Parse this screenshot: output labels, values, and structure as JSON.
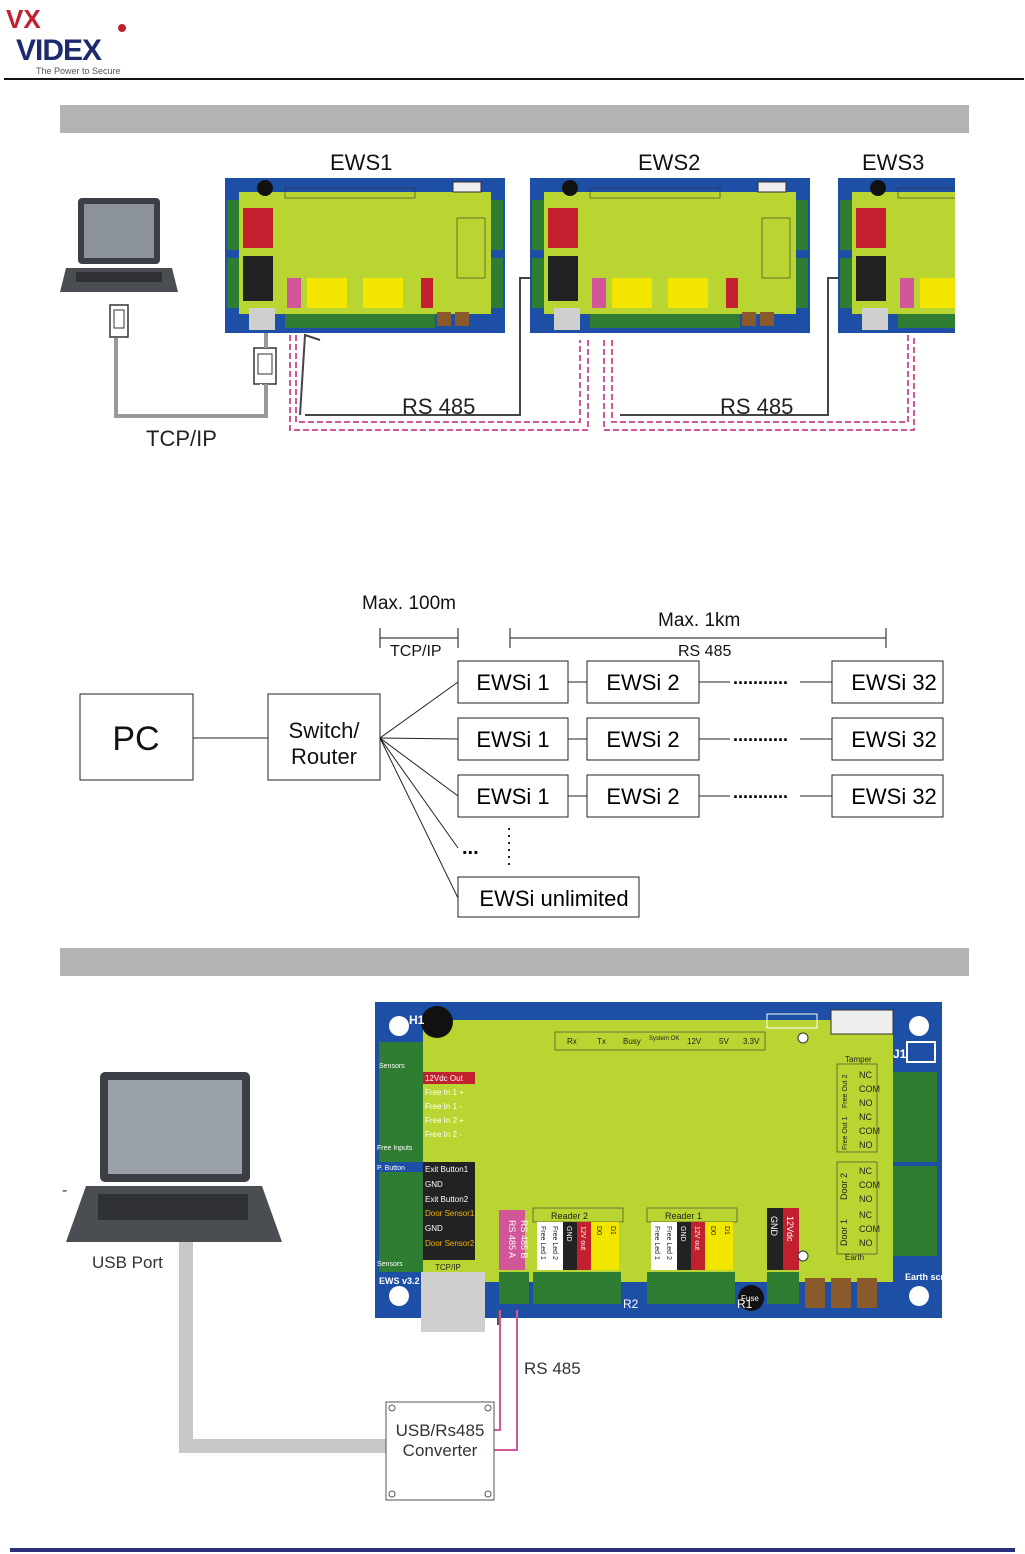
{
  "brand": {
    "logo_mark": "VX",
    "name": "VIDEX",
    "tagline": "The Power to Secure",
    "colors": {
      "red": "#c2202f",
      "navy": "#1e2a6e",
      "pcb": "#b9d531",
      "board_blue": "#1d4fa6",
      "cable": "#d2569a",
      "footer": "#2b2f7a"
    }
  },
  "diagram1": {
    "boards": [
      "EWS1",
      "EWS2",
      "EWS3"
    ],
    "link_labels": [
      "RS 485",
      "RS 485"
    ],
    "network_label": "TCP/IP",
    "icons": [
      "laptop-icon",
      "rj45-plug-icon"
    ]
  },
  "diagram2": {
    "pc": "PC",
    "switch_line1": "Switch/",
    "switch_line2": "Router",
    "max_tcp": "Max. 100m",
    "tcp_label": "TCP/IP",
    "max_rs": "Max. 1km",
    "rs_label": "RS 485",
    "row_first": "EWSi 1",
    "row_second": "EWSi 2",
    "row_last": "EWSi 32",
    "ellipsis": "...........",
    "more": "...",
    "unlimited": "EWSi unlimited"
  },
  "diagram3": {
    "usb_port": "USB Port",
    "rs485": "RS 485",
    "converter_line1": "USB/Rs485",
    "converter_line2": "Converter",
    "board": {
      "status_leds": [
        "Rx",
        "Tx",
        "Busy",
        "System OK",
        "12V",
        "5V",
        "3.3V"
      ],
      "tamper": "Tamper",
      "terminals_top": [
        "12Vdc Out",
        "Free In 1 +",
        "Free In 1 -",
        "Free In 2 +",
        "Free In 2 -"
      ],
      "terminals_mid": [
        "Exit Button1",
        "GND",
        "Exit Button2",
        "Door Sensor1",
        "GND",
        "Door Sensor2"
      ],
      "tcpip": "TCP/IP",
      "version": "EWS v3.2",
      "rs485_a": "RS 485 A",
      "rs485_b": "RS 485 B",
      "reader2": "Reader 2",
      "reader1": "Reader 1",
      "reader_pins": [
        "Free Led 1",
        "Free Led 2",
        "GND",
        "12V out",
        "D0",
        "D1"
      ],
      "power": [
        "GND",
        "12Vdc"
      ],
      "fuse": "Fuse",
      "relays_a": [
        "NC",
        "COM",
        "NO",
        "NC",
        "COM",
        "NO"
      ],
      "relays_b": [
        "NC",
        "COM",
        "NO",
        "NC",
        "COM",
        "NO"
      ],
      "relay_groups": [
        "Free Out 2",
        "Free Out 1",
        "Door 2",
        "Door 1"
      ],
      "earth": "Earth",
      "earth_screw": "Earth screw",
      "side_labels": [
        "Sensors",
        "Free Inputs",
        "P. Button",
        "Sensors"
      ],
      "header_h1": "H1",
      "header_j1": "J1",
      "r_labels": [
        "R2",
        "R1"
      ]
    }
  }
}
